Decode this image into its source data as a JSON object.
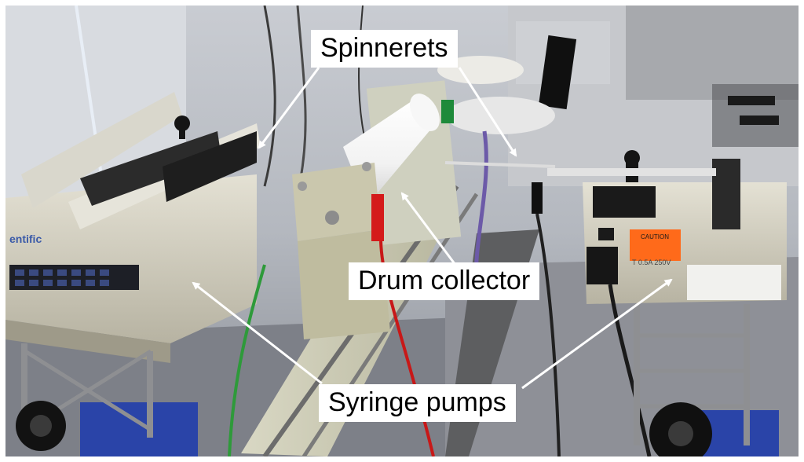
{
  "figure": {
    "labels": {
      "spinnerets": "Spinnerets",
      "drum_collector": "Drum  collector",
      "syringe_pumps": "Syringe pumps"
    },
    "equipment_text": {
      "brand_partial": "entific",
      "caution_title": "CAUTION",
      "fuse_rating": "T 0.5A 250V"
    },
    "colors": {
      "background": "#ffffff",
      "label_box": "#ffffff",
      "label_text": "#000000",
      "arrow": "#ffffff",
      "caution_sticker": "#ff6a1a"
    }
  }
}
